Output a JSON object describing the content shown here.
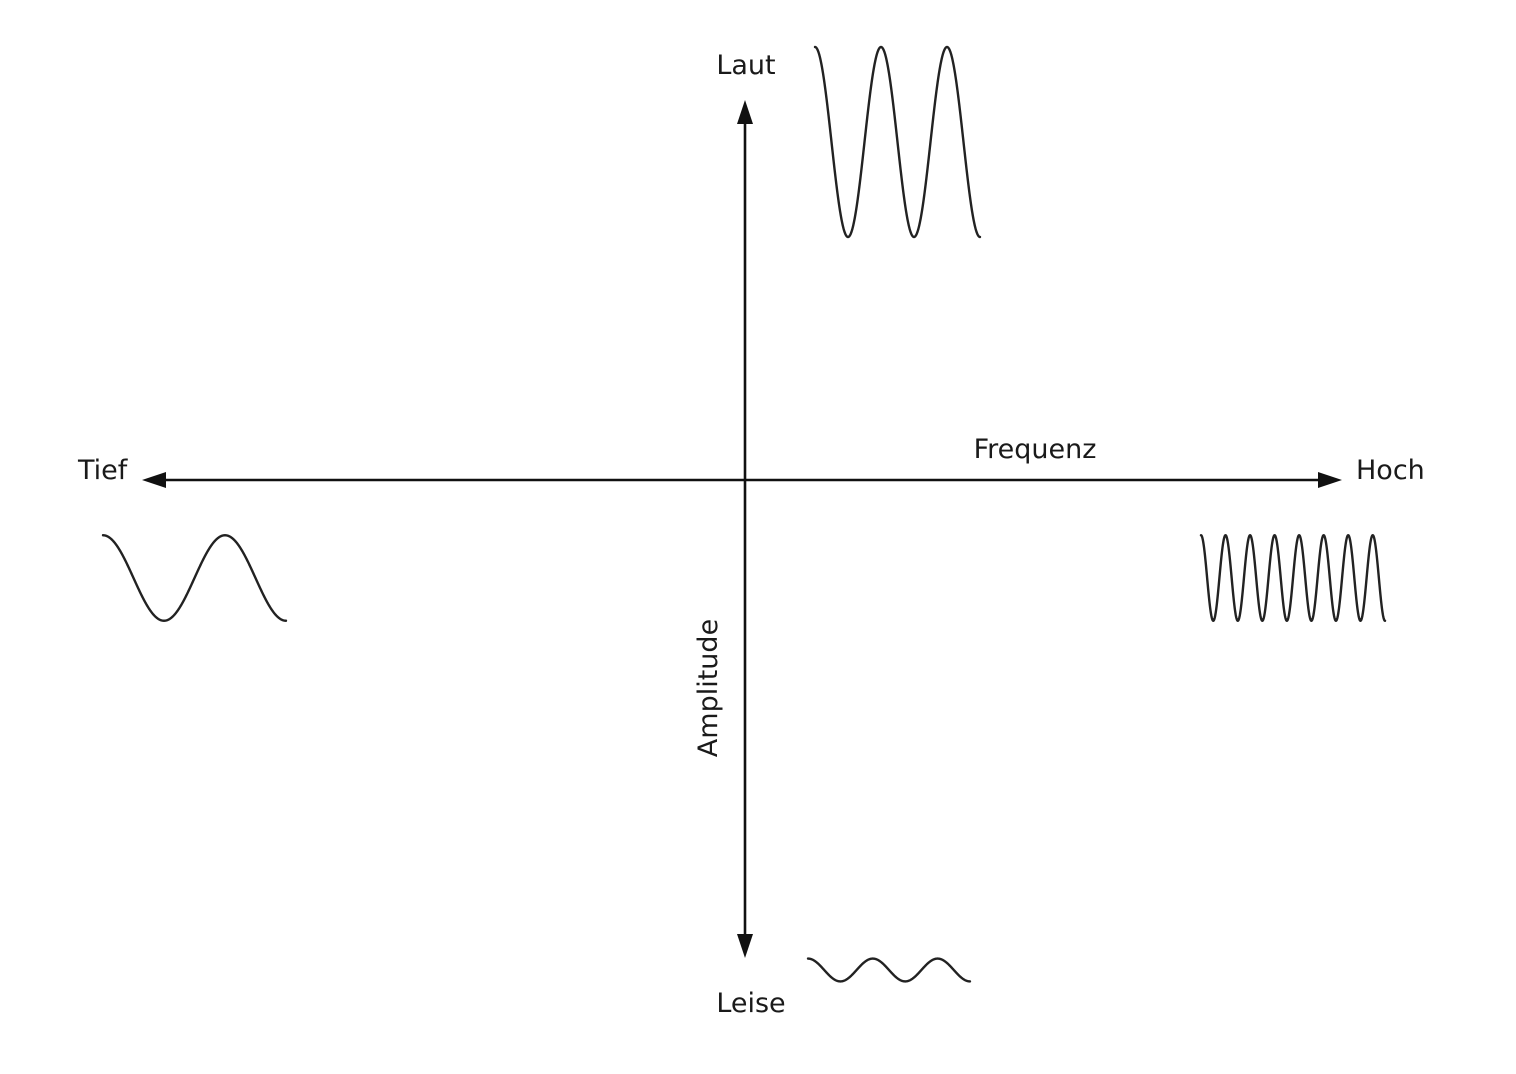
{
  "labels": {
    "top": "Laut",
    "bottom": "Leise",
    "left": "Tief",
    "right": "Hoch",
    "horizontal_axis": "Frequenz",
    "vertical_axis": "Amplitude"
  },
  "colors": {
    "background": "#ffffff",
    "ink": "#111111"
  },
  "waves": [
    {
      "name": "loud-wave",
      "meaning": "Laut",
      "cycles": 2.5,
      "relative_amplitude": 1.0
    },
    {
      "name": "quiet-wave",
      "meaning": "Leise",
      "cycles": 2.5,
      "relative_amplitude": 0.12
    },
    {
      "name": "low-frequency-wave",
      "meaning": "Tief",
      "cycles": 1.5,
      "relative_amplitude": 0.45
    },
    {
      "name": "high-frequency-wave",
      "meaning": "Hoch",
      "cycles": 7.5,
      "relative_amplitude": 0.45
    }
  ]
}
